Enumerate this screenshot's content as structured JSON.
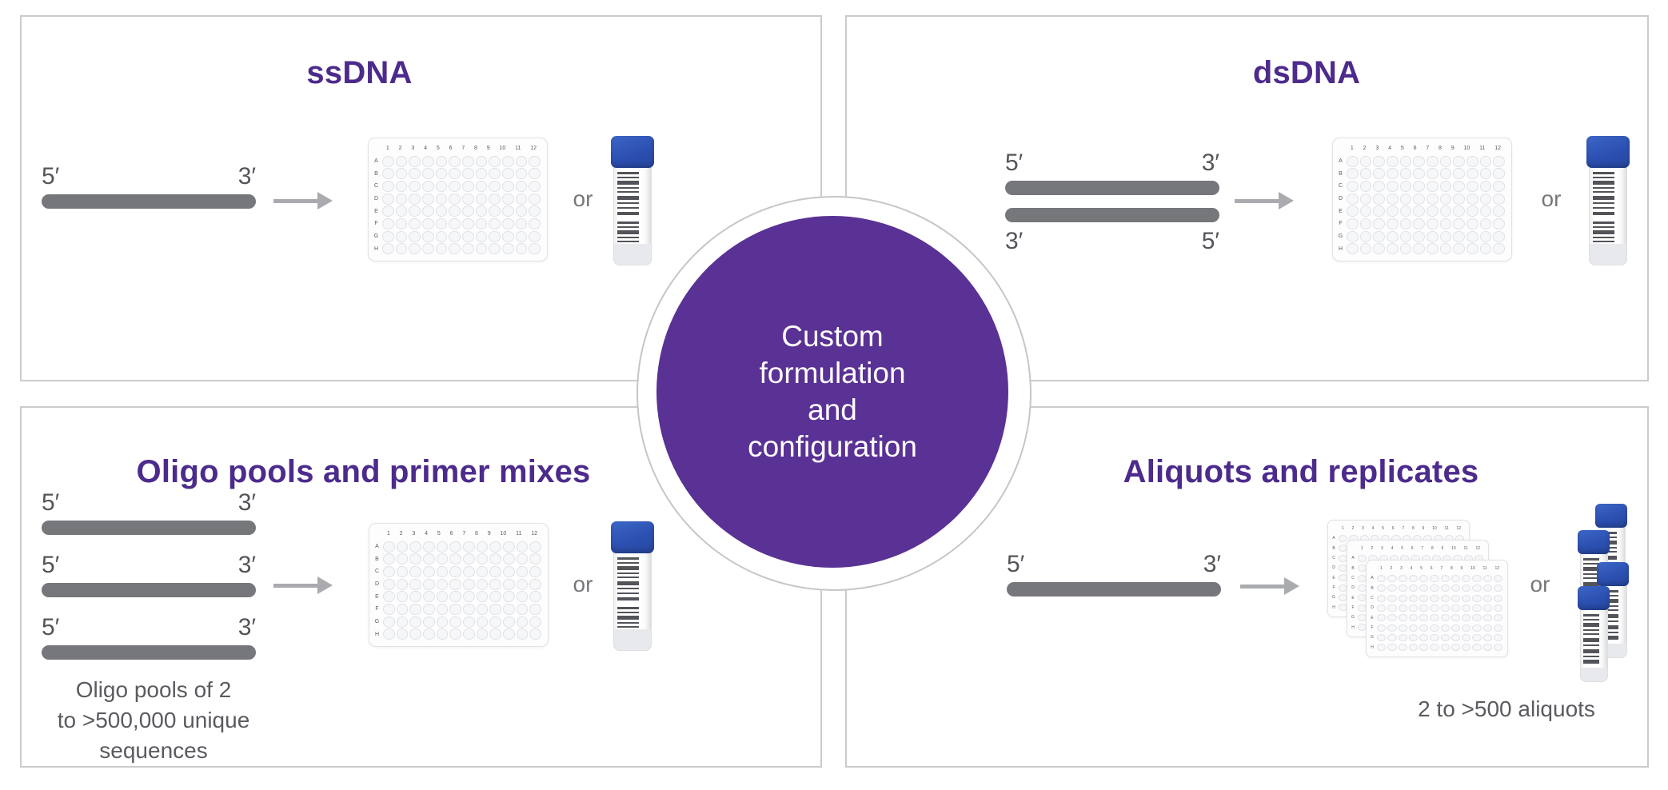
{
  "colors": {
    "title_purple": "#4c2b8c",
    "circle_purple": "#5a3194",
    "strand_gray": "#76777b",
    "label_gray": "#54555a",
    "arrow_gray": "#aaabaf",
    "or_gray": "#76777b",
    "caption_gray": "#5a5b60",
    "panel_border": "#cacbcd",
    "tube_cap_blue": "#2c50b2",
    "barcode_gray": "#53545a"
  },
  "center": {
    "lines": [
      "Custom",
      "formulation",
      "and",
      "configuration"
    ]
  },
  "plate": {
    "columns": [
      "1",
      "2",
      "3",
      "4",
      "5",
      "6",
      "7",
      "8",
      "9",
      "10",
      "11",
      "12"
    ],
    "rows": [
      "A",
      "B",
      "C",
      "D",
      "E",
      "F",
      "G",
      "H"
    ]
  },
  "icons": {
    "well_plate": "96-well-plate-icon",
    "tube": "barcoded-sample-tube-icon",
    "arrow": "right-arrow-icon"
  },
  "quadrants": {
    "ssdna": {
      "title": "ssDNA",
      "or_label": "or",
      "strands": [
        {
          "left_label": "5′",
          "right_label": "3′"
        }
      ]
    },
    "dsdna": {
      "title": "dsDNA",
      "or_label": "or",
      "strands": [
        {
          "left_label": "5′",
          "right_label": "3′"
        },
        {
          "left_label": "3′",
          "right_label": "5′"
        }
      ]
    },
    "oligo": {
      "title": "Oligo pools and primer mixes",
      "or_label": "or",
      "strands": [
        {
          "left_label": "5′",
          "right_label": "3′"
        },
        {
          "left_label": "5′",
          "right_label": "3′"
        },
        {
          "left_label": "5′",
          "right_label": "3′"
        }
      ],
      "caption_lines": [
        "Oligo pools of 2",
        "to >500,000 unique",
        "sequences"
      ]
    },
    "aliquots": {
      "title": "Aliquots and replicates",
      "or_label": "or",
      "strands": [
        {
          "left_label": "5′",
          "right_label": "3′"
        }
      ],
      "caption": "2 to >500 aliquots"
    }
  }
}
